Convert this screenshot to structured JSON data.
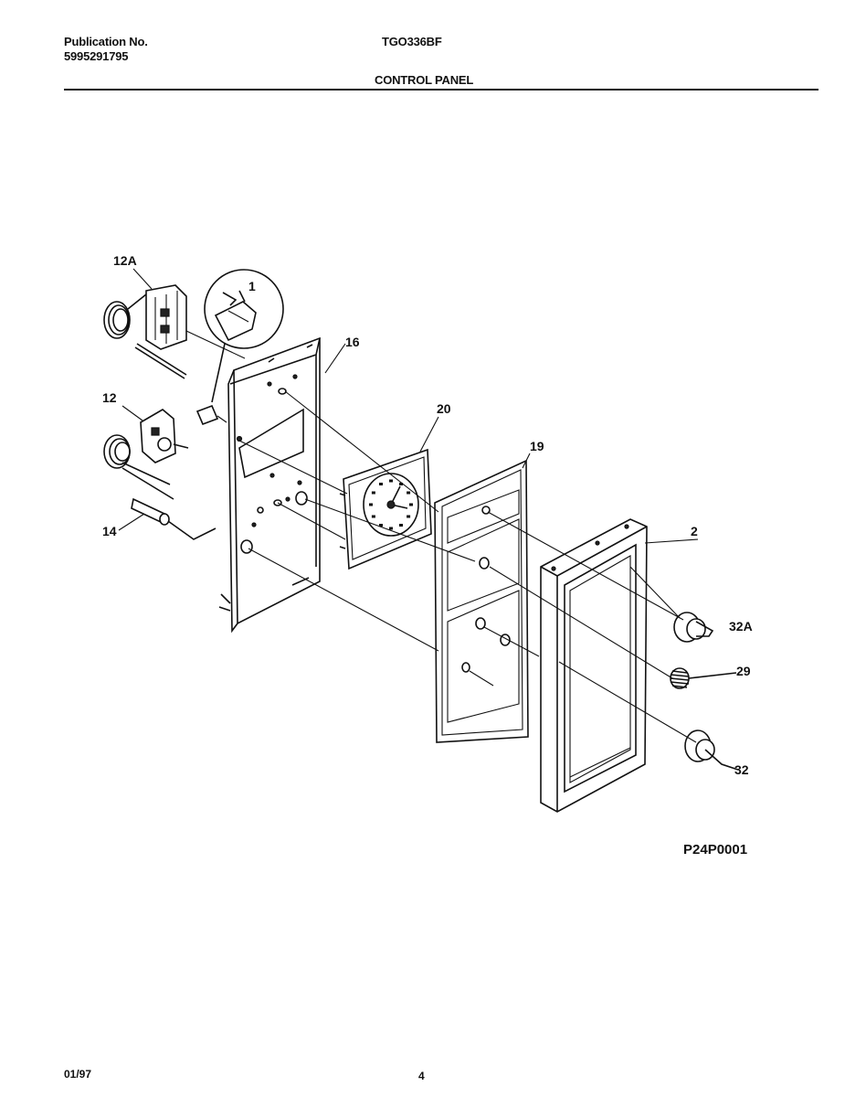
{
  "header": {
    "publication_label": "Publication No.",
    "publication_number": "5995291795",
    "model": "TGO336BF",
    "section_title": "CONTROL PANEL"
  },
  "callouts": {
    "c12a": "12A",
    "c1": "1",
    "c16": "16",
    "c12": "12",
    "c20": "20",
    "c19": "19",
    "c14": "14",
    "c2": "2",
    "c32a": "32A",
    "c29": "29",
    "c32": "32"
  },
  "figure_code": "P24P0001",
  "footer": {
    "date": "01/97",
    "page_number": "4"
  }
}
